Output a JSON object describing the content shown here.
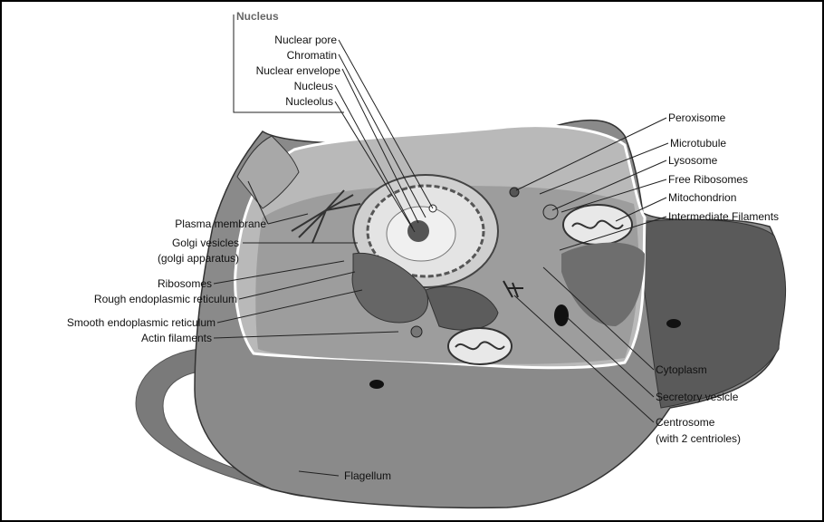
{
  "nucleus_group": {
    "title": "Nucleus",
    "items": [
      "Nuclear pore",
      "Chromatin",
      "Nuclear envelope",
      "Nucleus",
      "Nucleolus"
    ]
  },
  "left_labels": {
    "plasma_membrane": "Plasma membrane",
    "golgi_vesicles_1": "Golgi vesicles",
    "golgi_vesicles_2": "(golgi apparatus)",
    "ribosomes": "Ribosomes",
    "rough_er": "Rough endoplasmic reticulum",
    "smooth_er": "Smooth endoplasmic reticulum",
    "actin": "Actin filaments",
    "flagellum": "Flagellum"
  },
  "right_labels": {
    "peroxisome": "Peroxisome",
    "microtubule": "Microtubule",
    "lysosome": "Lysosome",
    "free_ribosomes": "Free Ribosomes",
    "mitochondrion": "Mitochondrion",
    "intermediate_filaments": "Intermediate Filaments",
    "cytoplasm": "Cytoplasm",
    "secretory_vesicle": "Secretory vesicle",
    "centrosome_1": "Centrosome",
    "centrosome_2": "(with 2 centrioles)"
  }
}
